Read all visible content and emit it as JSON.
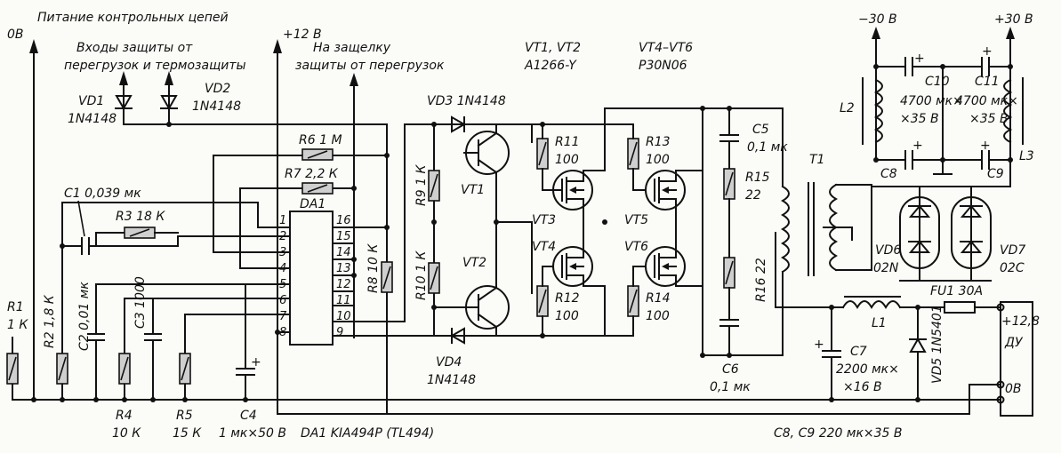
{
  "rails": {
    "ov": "0В",
    "plus12": "+12 В",
    "minus30": "−30 В",
    "plus30": "+30 В",
    "control_supply": "Питание контрольных цепей",
    "protect_inputs_1": "Входы защиты от",
    "protect_inputs_2": "перегрузок и термозащиты",
    "latch_1": "На защелку",
    "latch_2": "защиты от перегрузок"
  },
  "transistors": {
    "vt1_vt2": "VT1, VT2",
    "vt1_vt2_type": "A1266-Y",
    "vt4_vt6": "VT4–VT6",
    "vt4_vt6_type": "P30N06",
    "vt1": "VT1",
    "vt2": "VT2",
    "vt3": "VT3",
    "vt4": "VT4",
    "vt5": "VT5",
    "vt6": "VT6"
  },
  "diodes": {
    "vd1": "VD1",
    "vd1_type": "1N4148",
    "vd2": "VD2",
    "vd2_type": "1N4148",
    "vd3": "VD3 1N4148",
    "vd4": "VD4",
    "vd4_type": "1N4148",
    "vd5": "VD5 1N5401",
    "vd6": "VD6",
    "vd6_type": "02N",
    "vd7": "VD7",
    "vd7_type": "02C"
  },
  "resistors": {
    "r1": "R1",
    "r1_val": "1 К",
    "r2": "R2 1,8 К",
    "r3": "R3 18 К",
    "r4": "R4",
    "r4_val": "10 К",
    "r5": "R5",
    "r5_val": "15 К",
    "r6": "R6 1 М",
    "r7": "R7 2,2 К",
    "r8": "R8 10 К",
    "r9": "R9 1 К",
    "r10": "R10 1 К",
    "r11": "R11",
    "r11_val": "100",
    "r12": "R12",
    "r12_val": "100",
    "r13": "R13",
    "r13_val": "100",
    "r14": "R14",
    "r14_val": "100",
    "r15": "R15",
    "r15_val": "22",
    "r16": "R16 22"
  },
  "capacitors": {
    "c1": "C1 0,039 мк",
    "c2": "C2 0,01 мк",
    "c3": "C3 1000",
    "c4": "C4",
    "c4_val": "1 мк×50 В",
    "c5": "C5",
    "c5_val": "0,1 мк",
    "c6": "C6",
    "c6_val": "0,1 мк",
    "c7": "C7",
    "c7_val1": "2200 мк×",
    "c7_val2": "×16 В",
    "c8": "C8",
    "c9": "C9",
    "c10": "C10",
    "c10_val1": "4700 мк×",
    "c10_val2": "×35 В",
    "c11": "C11",
    "c11_val1": "4700 мк×",
    "c11_val2": "×35 В",
    "c8c9_note": "C8, C9  220 мк×35 В"
  },
  "ic": {
    "name": "DA1",
    "caption": "DA1  KIA494P (TL494)",
    "pins_left": [
      "1",
      "2",
      "3",
      "4",
      "5",
      "6",
      "7",
      "8"
    ],
    "pins_right": [
      "16",
      "15",
      "14",
      "13",
      "12",
      "11",
      "10",
      "9"
    ]
  },
  "misc": {
    "t1": "T1",
    "l1": "L1",
    "l2": "L2",
    "l3": "L3",
    "fu1": "FU1 30А",
    "plus128": "+12,8",
    "du": "ДУ",
    "ov_out": "0В",
    "plus_sign": "+"
  }
}
